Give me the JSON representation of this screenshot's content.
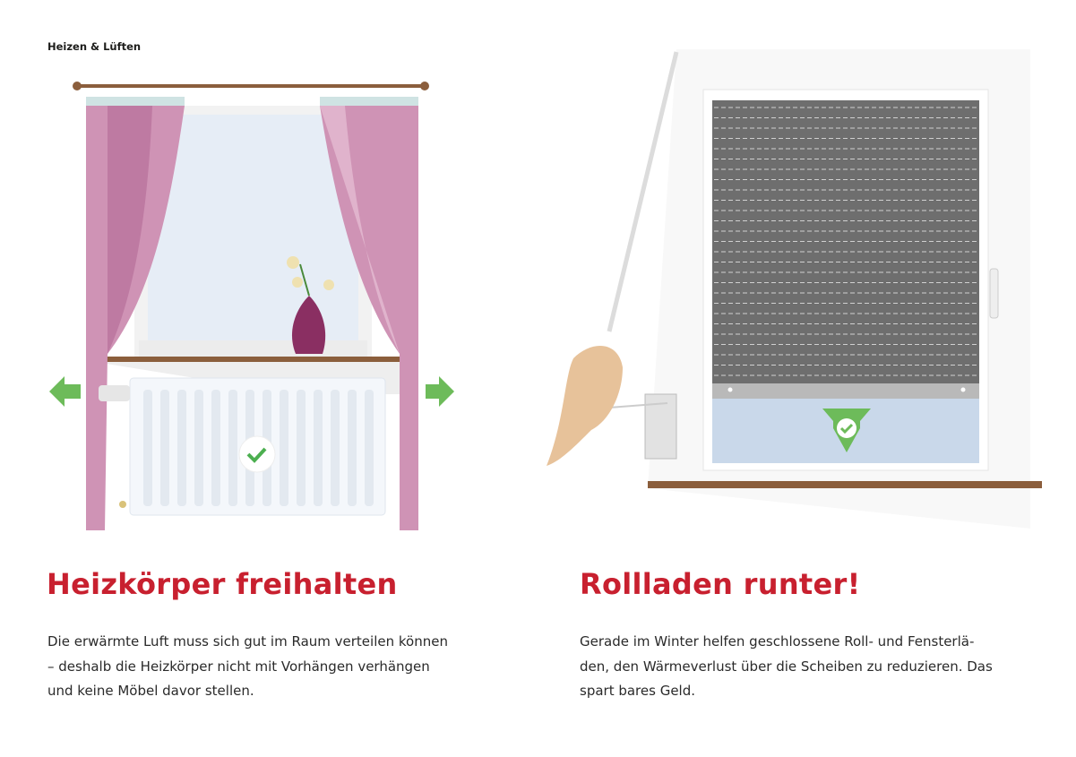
{
  "header": {
    "section": "Heizen & Lüften"
  },
  "left": {
    "title": "Heizkörper freihalten",
    "text": "Die erwärmte Luft muss sich gut im Raum verteilen können\n– deshalb die Heizkörper nicht mit Vorhängen verhängen\nund keine Möbel davor stellen."
  },
  "right": {
    "title": "Rollladen runter!",
    "text": "Gerade im Winter helfen geschlossene Roll- und Fensterlä-\nden, den Wärmeverlust über die Scheiben zu reduzieren. Das\nspart bares Geld."
  },
  "colors": {
    "accent": "#c8202f",
    "green": "#6dbb5a",
    "curtain": "#cf93b5",
    "wood": "#8b5e3c"
  }
}
